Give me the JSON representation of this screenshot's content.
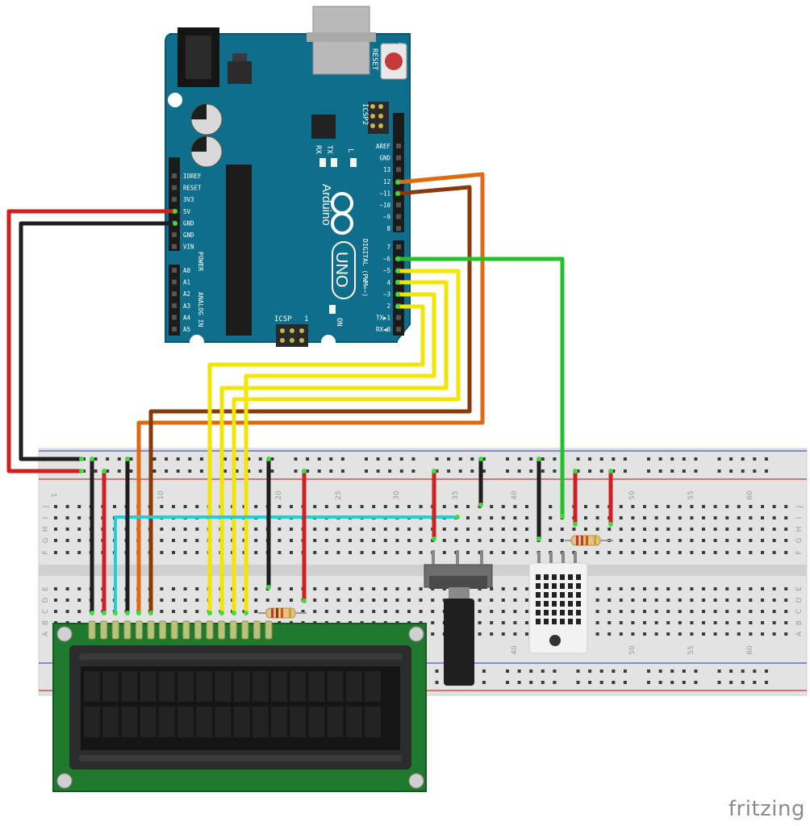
{
  "arduino": {
    "reset_label": "RESET",
    "icsp2_label": "ICSP2",
    "icsp_label": "ICSP",
    "icsp_pin1": "1",
    "brand": "Arduino",
    "model": "UNO",
    "tx_label": "TX",
    "rx_label": "RX",
    "l_label": "L",
    "on_label": "ON",
    "power_header": "POWER",
    "analog_header": "ANALOG IN",
    "digital_header": "DIGITAL (PWM=~)",
    "power_pins": [
      "IOREF",
      "RESET",
      "3V3",
      "5V",
      "GND",
      "GND",
      "VIN"
    ],
    "analog_pins": [
      "A0",
      "A1",
      "A2",
      "A3",
      "A4",
      "A5"
    ],
    "digital_pins_high": [
      "AREF",
      "GND",
      "13",
      "12",
      "~11",
      "~10",
      "~9",
      "8"
    ],
    "digital_pins_low": [
      "7",
      "~6",
      "~5",
      "4",
      "~3",
      "2",
      "TX▶1",
      "RX◀0"
    ],
    "board_color": "#0e6e8c"
  },
  "breadboard": {
    "col_numbers_top": [
      "1",
      "10",
      "20",
      "25",
      "30",
      "35",
      "40",
      "50",
      "55",
      "60"
    ],
    "col_numbers_bottom": [
      "40",
      "50",
      "55",
      "60"
    ],
    "row_letters_top": [
      "J",
      "I",
      "H",
      "G",
      "F"
    ],
    "row_letters_bottom": [
      "E",
      "D",
      "C",
      "B",
      "A"
    ]
  },
  "wire_colors": {
    "red": "#d11e1e",
    "black": "#1e1e1e",
    "yellow": "#f2e600",
    "orange": "#e06a10",
    "brown": "#8a3a0a",
    "green": "#22c12a",
    "cyan": "#19d4d4"
  },
  "brand_mark": "fritzing"
}
